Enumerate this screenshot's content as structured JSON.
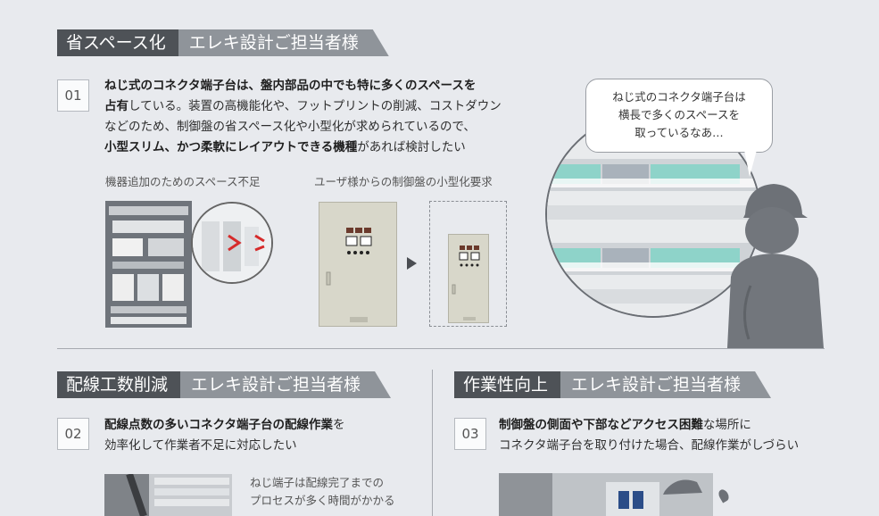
{
  "section1": {
    "tag_main": "省スペース化",
    "tag_sub": "エレキ設計ご担当者様",
    "number": "01",
    "text_bold1": "ねじ式のコネクタ端子台は、盤内部品の中でも特に多くのスペースを",
    "text_bold2": "占有",
    "text_plain1": "している。装置の高機能化や、フットプリントの削減、コストダウン",
    "text_plain2": "などのため、制御盤の省スペース化や小型化が求められているので、",
    "text_bold3": "小型スリム、かつ柔軟にレイアウトできる機種",
    "text_plain3": "があれば検討したい",
    "caption_left": "機器追加のためのスペース不足",
    "caption_right": "ユーザ様からの制御盤の小型化要求",
    "bubble_line1": "ねじ式のコネクタ端子台は",
    "bubble_line2": "横長で多くのスペースを",
    "bubble_line3": "取っているなあ…"
  },
  "section2": {
    "tag_main": "配線工数削減",
    "tag_sub": "エレキ設計ご担当者様",
    "number": "02",
    "text_bold1": "配線点数の多いコネクタ端子台の配線作業",
    "text_plain1": "を",
    "text_plain2": "効率化して作業者不足に対応したい",
    "caption_line1": "ねじ端子は配線完了までの",
    "caption_line2": "プロセスが多く時間がかかる"
  },
  "section3": {
    "tag_main": "作業性向上",
    "tag_sub": "エレキ設計ご担当者様",
    "number": "03",
    "text_bold1": "制御盤の側面や下部などアクセス困難",
    "text_plain1": "な場所に",
    "text_plain2": "コネクタ端子台を取り付けた場合、配線作業がしづらい"
  },
  "colors": {
    "background": "#e8eaee",
    "tag_dark": "#4e5257",
    "tag_light": "#8f949a",
    "terminal_green": "#8ed3c9"
  }
}
